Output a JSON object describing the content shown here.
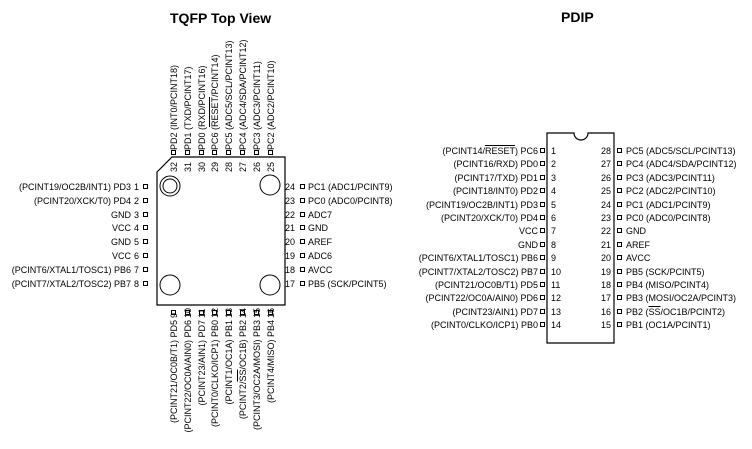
{
  "tqfp": {
    "title": "TQFP Top View",
    "left": [
      {
        "num": "1",
        "label": "(PCINT19/OC2B/INT1) PD3"
      },
      {
        "num": "2",
        "label": "(PCINT20/XCK/T0) PD4"
      },
      {
        "num": "3",
        "label": "GND"
      },
      {
        "num": "4",
        "label": "VCC"
      },
      {
        "num": "5",
        "label": "GND"
      },
      {
        "num": "6",
        "label": "VCC"
      },
      {
        "num": "7",
        "label": "(PCINT6/XTAL1/TOSC1) PB6"
      },
      {
        "num": "8",
        "label": "(PCINT7/XTAL2/TOSC2) PB7"
      }
    ],
    "right": [
      {
        "num": "24",
        "label": "PC1 (ADC1/PCINT9)"
      },
      {
        "num": "23",
        "label": "PC0 (ADC0/PCINT8)"
      },
      {
        "num": "22",
        "label": "ADC7"
      },
      {
        "num": "21",
        "label": "GND"
      },
      {
        "num": "20",
        "label": "AREF"
      },
      {
        "num": "19",
        "label": "ADC6"
      },
      {
        "num": "18",
        "label": "AVCC"
      },
      {
        "num": "17",
        "label": "PB5 (SCK/PCINT5)"
      }
    ],
    "top": [
      {
        "num": "32",
        "label": "PD2 (INT0/PCINT18)"
      },
      {
        "num": "31",
        "label": "PD1 (TXD/PCINT17)"
      },
      {
        "num": "30",
        "label": "PD0 (RXD/PCINT16)"
      },
      {
        "num": "29",
        "label": "PC6 (RESET/PCINT14)"
      },
      {
        "num": "28",
        "label": "PC5 (ADC5/SCL/PCINT13)"
      },
      {
        "num": "27",
        "label": "PC4 (ADC4/SDA/PCINT12)"
      },
      {
        "num": "26",
        "label": "PC3 (ADC3/PCINT11)"
      },
      {
        "num": "25",
        "label": "PC2 (ADC2/PCINT10)"
      }
    ],
    "bottom": [
      {
        "num": "9",
        "label": "(PCINT21/OC0B/T1) PD5"
      },
      {
        "num": "10",
        "label": "(PCINT22/OC0A/AIN0) PD6"
      },
      {
        "num": "11",
        "label": "(PCINT23/AIN1) PD7"
      },
      {
        "num": "12",
        "label": "(PCINT0/CLKO/ICP1) PB0"
      },
      {
        "num": "13",
        "label": "(PCINT1/OC1A) PB1"
      },
      {
        "num": "14",
        "label": "(PCINT2/SS/OC1B) PB2"
      },
      {
        "num": "15",
        "label": "(PCINT3/OC2A/MOSI) PB3"
      },
      {
        "num": "16",
        "label": "(PCINT4/MISO) PB4"
      }
    ]
  },
  "pdip": {
    "title": "PDIP",
    "left": [
      {
        "num": "1",
        "label": "(PCINT14/RESET) PC6"
      },
      {
        "num": "2",
        "label": "(PCINT16/RXD) PD0"
      },
      {
        "num": "3",
        "label": "(PCINT17/TXD) PD1"
      },
      {
        "num": "4",
        "label": "(PCINT18/INT0) PD2"
      },
      {
        "num": "5",
        "label": "(PCINT19/OC2B/INT1) PD3"
      },
      {
        "num": "6",
        "label": "(PCINT20/XCK/T0) PD4"
      },
      {
        "num": "7",
        "label": "VCC"
      },
      {
        "num": "8",
        "label": "GND"
      },
      {
        "num": "9",
        "label": "(PCINT6/XTAL1/TOSC1) PB6"
      },
      {
        "num": "10",
        "label": "(PCINT7/XTAL2/TOSC2) PB7"
      },
      {
        "num": "11",
        "label": "(PCINT21/OC0B/T1) PD5"
      },
      {
        "num": "12",
        "label": "(PCINT22/OC0A/AIN0) PD6"
      },
      {
        "num": "13",
        "label": "(PCINT23/AIN1) PD7"
      },
      {
        "num": "14",
        "label": "(PCINT0/CLKO/ICP1) PB0"
      }
    ],
    "right": [
      {
        "num": "28",
        "label": "PC5 (ADC5/SCL/PCINT13)"
      },
      {
        "num": "27",
        "label": "PC4 (ADC4/SDA/PCINT12)"
      },
      {
        "num": "26",
        "label": "PC3 (ADC3/PCINT11)"
      },
      {
        "num": "25",
        "label": "PC2 (ADC2/PCINT10)"
      },
      {
        "num": "24",
        "label": "PC1 (ADC1/PCINT9)"
      },
      {
        "num": "23",
        "label": "PC0 (ADC0/PCINT8)"
      },
      {
        "num": "22",
        "label": "GND"
      },
      {
        "num": "21",
        "label": "AREF"
      },
      {
        "num": "20",
        "label": "AVCC"
      },
      {
        "num": "19",
        "label": "PB5 (SCK/PCINT5)"
      },
      {
        "num": "18",
        "label": "PB4 (MISO/PCINT4)"
      },
      {
        "num": "17",
        "label": "PB3 (MOSI/OC2A/PCINT3)"
      },
      {
        "num": "16",
        "label": "PB2 (SS/OC1B/PCINT2)"
      },
      {
        "num": "15",
        "label": "PB1 (OC1A/PCINT1)"
      }
    ]
  }
}
